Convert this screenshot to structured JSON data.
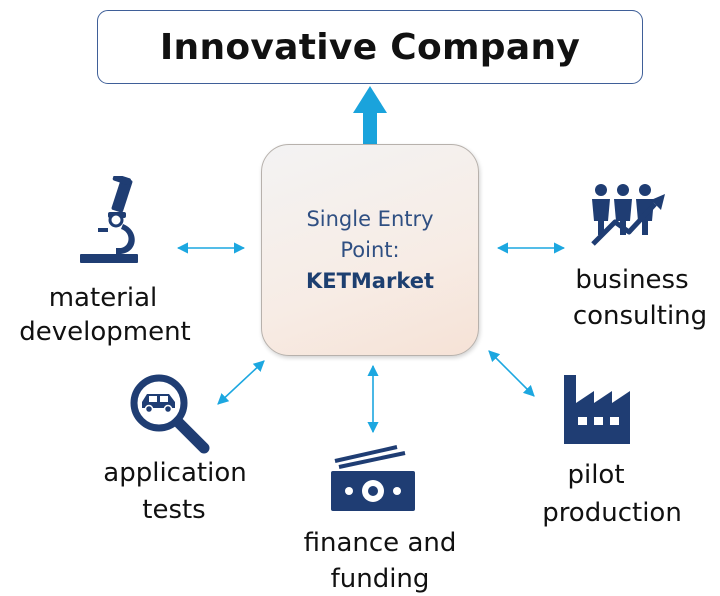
{
  "title": "Innovative Company",
  "center": {
    "line1": "Single Entry",
    "line2": "Point:",
    "line3": "KETMarket"
  },
  "nodes": {
    "material": {
      "line1": "material",
      "line2": "development",
      "icon": "microscope-icon"
    },
    "business": {
      "line1": "business",
      "line2": "consulting",
      "icon": "people-growth-chart-icon"
    },
    "application": {
      "line1": "application",
      "line2": "tests",
      "icon": "magnifier-car-icon"
    },
    "finance": {
      "line1": "finance and",
      "line2": "funding",
      "icon": "banknotes-icon"
    },
    "pilot": {
      "line1": "pilot",
      "line2": "production",
      "icon": "factory-icon"
    }
  },
  "colors": {
    "icon": "#1f3d73",
    "arrow": "#1ca7e0",
    "up_arrow": "#1aa3dc",
    "box_border": "#3f5f98",
    "center_text": "#2f4f82"
  }
}
